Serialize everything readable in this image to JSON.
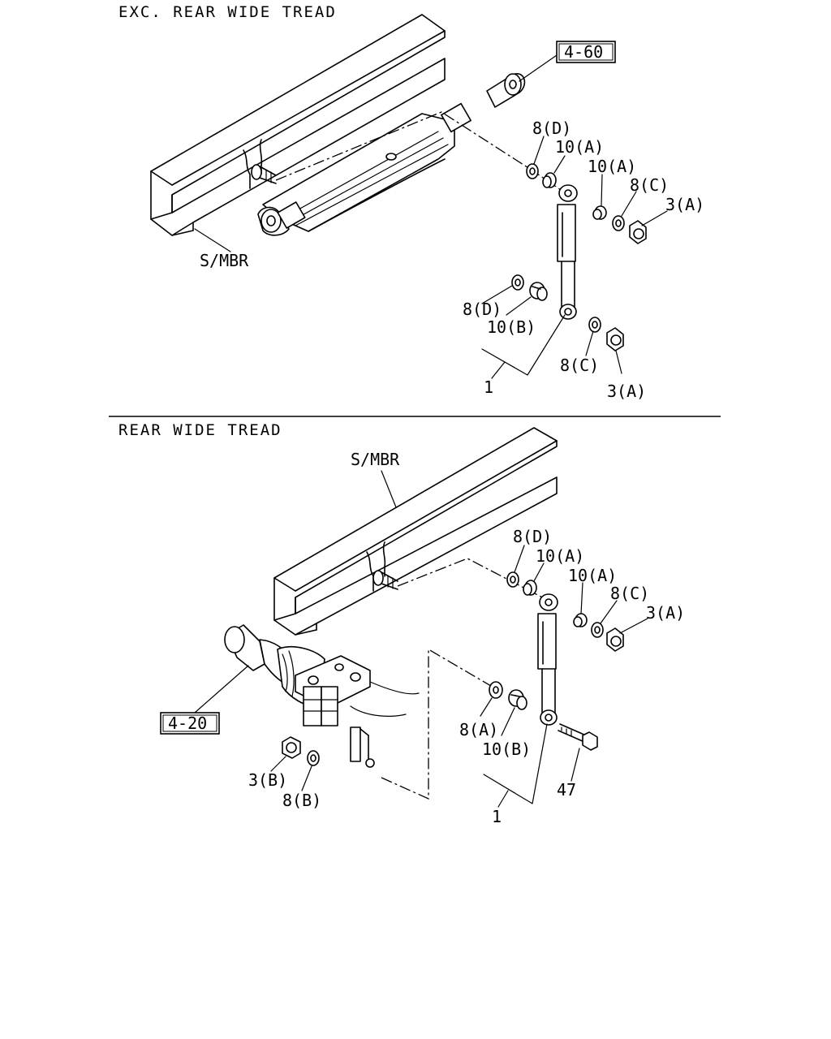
{
  "sections": {
    "top": {
      "title": "EXC. REAR WIDE TREAD",
      "ref_box": "4-60",
      "member_label": "S/MBR",
      "labels": {
        "washer_d_upper": "8(D)",
        "bush_a_left": "10(A)",
        "bush_a_right": "10(A)",
        "washer_c_upper": "8(C)",
        "nut_a_upper": "3(A)",
        "washer_d_lower": "8(D)",
        "bush_b": "10(B)",
        "washer_c_lower": "8(C)",
        "nut_a_lower": "3(A)",
        "shock_absorber": "1"
      }
    },
    "bottom": {
      "title": "REAR WIDE TREAD",
      "ref_box": "4-20",
      "member_label": "S/MBR",
      "labels": {
        "washer_d_upper": "8(D)",
        "bush_a_left": "10(A)",
        "bush_a_right": "10(A)",
        "washer_c_upper": "8(C)",
        "nut_a_upper": "3(A)",
        "washer_a": "8(A)",
        "bush_b": "10(B)",
        "bolt": "47",
        "nut_b": "3(B)",
        "washer_b": "8(B)",
        "shock_absorber": "1"
      }
    }
  }
}
